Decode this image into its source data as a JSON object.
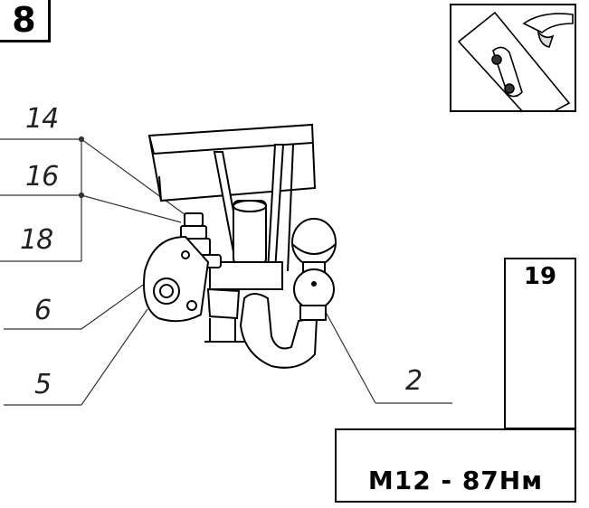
{
  "step": {
    "number": "8"
  },
  "callouts": {
    "c14": "14",
    "c16": "16",
    "c18": "18",
    "c6": "6",
    "c5": "5",
    "c2": "2"
  },
  "tool": {
    "socket_size": "19"
  },
  "torque": {
    "spec": "M12 - 87Нм"
  },
  "colors": {
    "line": "#000000",
    "fill": "#ffffff",
    "shade": "#dddddd"
  },
  "icons": [
    "car-location-thumbnail-icon",
    "ratchet-wrench-icon",
    "socket-icon",
    "torque-wrench-icon"
  ]
}
